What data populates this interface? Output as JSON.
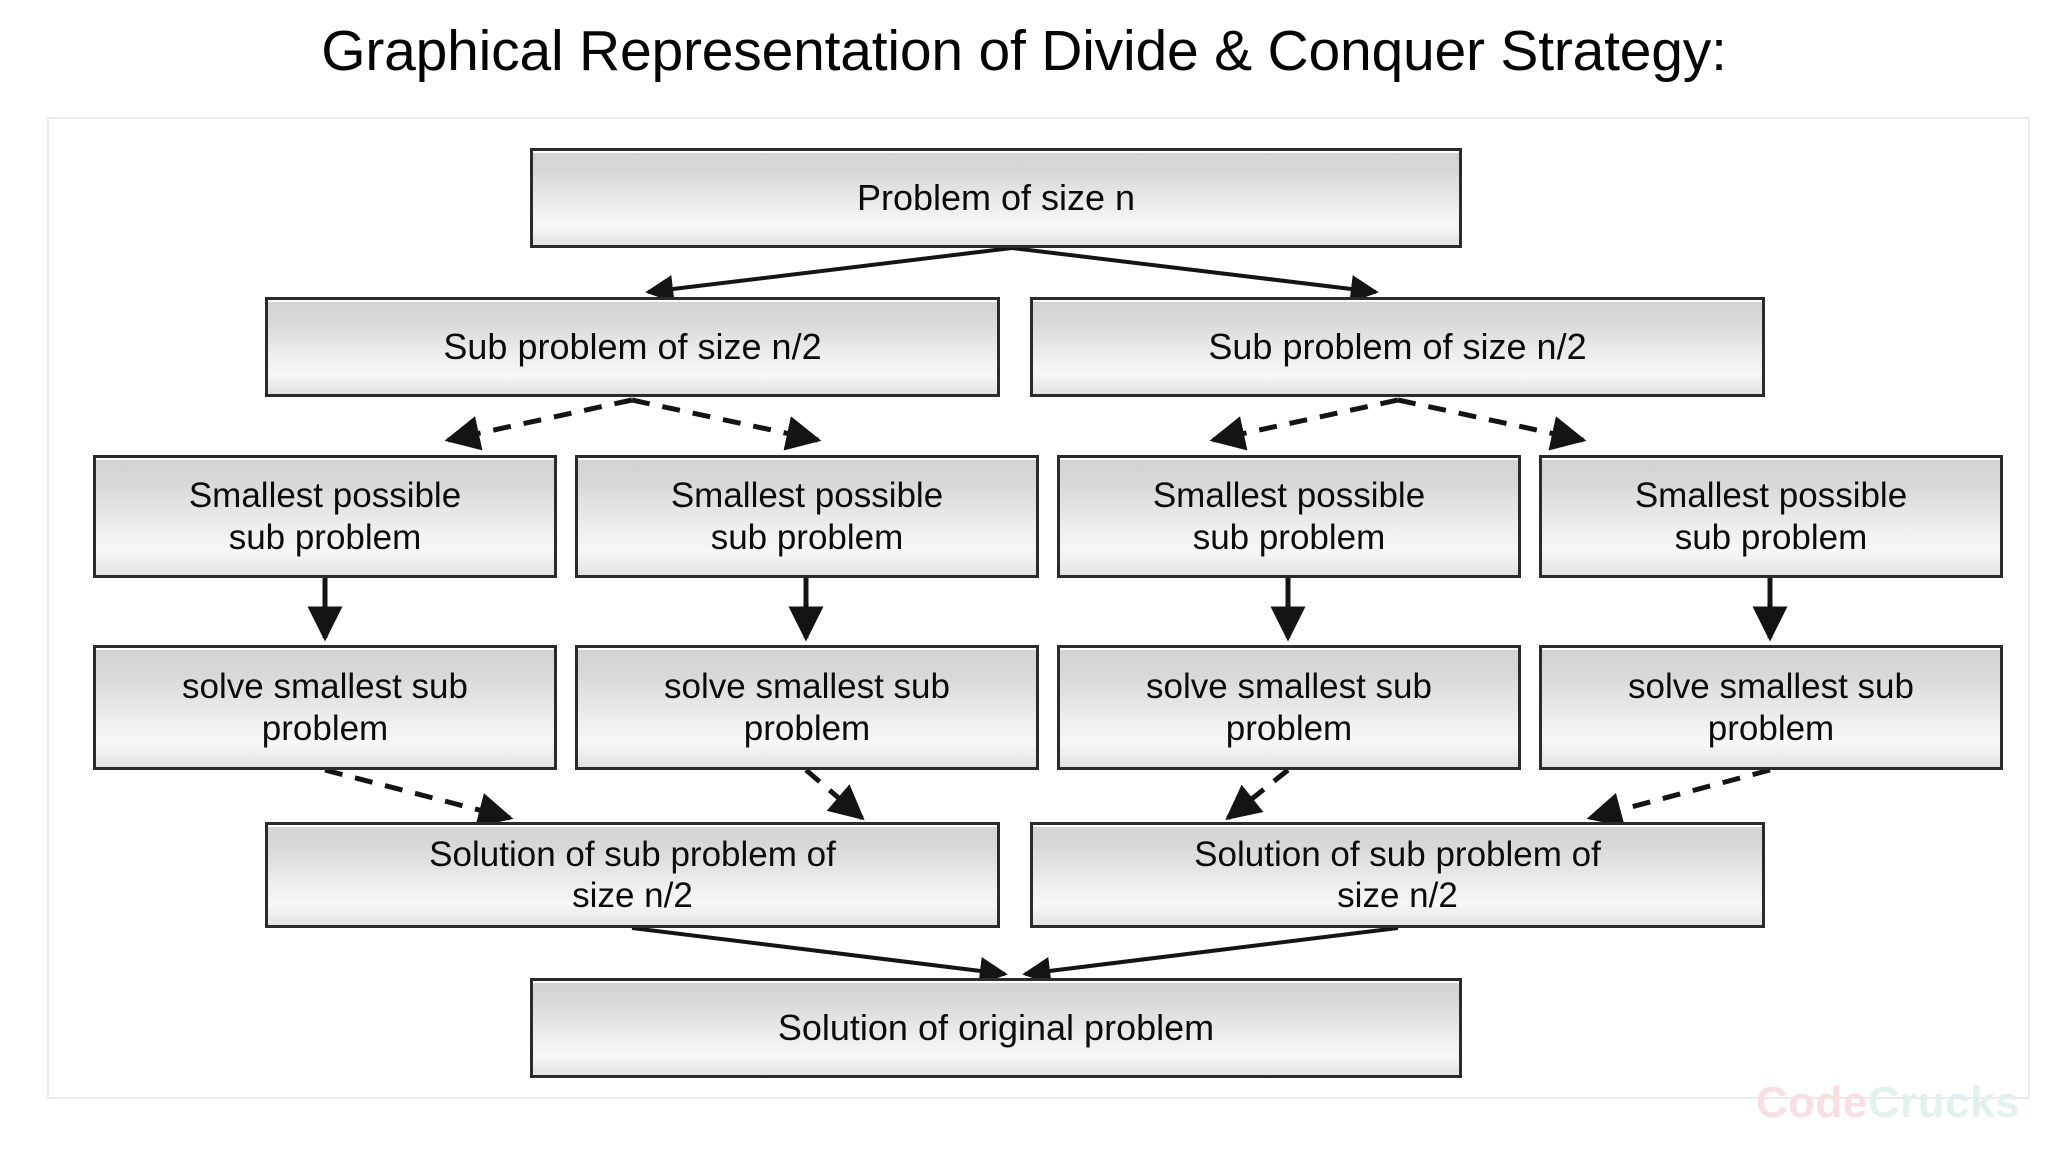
{
  "page": {
    "title": "Graphical Representation of Divide & Conquer Strategy:",
    "background_color": "#ffffff",
    "frame_border_color": "#ececec"
  },
  "watermark": {
    "part1": "Code",
    "part2": "Crucks",
    "part1_color": "#f7dfe2",
    "part2_color": "#e0f1ef"
  },
  "diagram": {
    "type": "flowchart",
    "node_fill": "#e8e8e8",
    "node_border_color": "#2b2b2b",
    "arrow_color": "#1a1a1a",
    "levels": [
      {
        "name": "root",
        "nodes": [
          {
            "id": "n0",
            "label": "Problem of size n"
          }
        ]
      },
      {
        "name": "subproblems",
        "nodes": [
          {
            "id": "n1",
            "label": "Sub problem of size n/2"
          },
          {
            "id": "n2",
            "label": "Sub problem of size n/2"
          }
        ]
      },
      {
        "name": "smallest-subproblems",
        "nodes": [
          {
            "id": "n3",
            "label": "Smallest possible\nsub problem"
          },
          {
            "id": "n4",
            "label": "Smallest possible\nsub problem"
          },
          {
            "id": "n5",
            "label": "Smallest possible\nsub problem"
          },
          {
            "id": "n6",
            "label": "Smallest possible\nsub problem"
          }
        ]
      },
      {
        "name": "solve-smallest",
        "nodes": [
          {
            "id": "n7",
            "label": "solve smallest sub\nproblem"
          },
          {
            "id": "n8",
            "label": "solve smallest sub\nproblem"
          },
          {
            "id": "n9",
            "label": "solve smallest sub\nproblem"
          },
          {
            "id": "n10",
            "label": "solve smallest sub\nproblem"
          }
        ]
      },
      {
        "name": "sub-solutions",
        "nodes": [
          {
            "id": "n11",
            "label": "Solution of sub problem of\nsize n/2"
          },
          {
            "id": "n12",
            "label": "Solution of sub problem of\nsize n/2"
          }
        ]
      },
      {
        "name": "final-solution",
        "nodes": [
          {
            "id": "n13",
            "label": "Solution of original problem"
          }
        ]
      }
    ],
    "edges": [
      {
        "from": "n0",
        "to": "n1",
        "style": "solid"
      },
      {
        "from": "n0",
        "to": "n2",
        "style": "solid"
      },
      {
        "from": "n1",
        "to": "n3",
        "style": "dashed"
      },
      {
        "from": "n1",
        "to": "n4",
        "style": "dashed"
      },
      {
        "from": "n2",
        "to": "n5",
        "style": "dashed"
      },
      {
        "from": "n2",
        "to": "n6",
        "style": "dashed"
      },
      {
        "from": "n3",
        "to": "n7",
        "style": "solid"
      },
      {
        "from": "n4",
        "to": "n8",
        "style": "solid"
      },
      {
        "from": "n5",
        "to": "n9",
        "style": "solid"
      },
      {
        "from": "n6",
        "to": "n10",
        "style": "solid"
      },
      {
        "from": "n7",
        "to": "n11",
        "style": "dashed"
      },
      {
        "from": "n8",
        "to": "n11",
        "style": "dashed"
      },
      {
        "from": "n9",
        "to": "n12",
        "style": "dashed"
      },
      {
        "from": "n10",
        "to": "n12",
        "style": "dashed"
      },
      {
        "from": "n11",
        "to": "n13",
        "style": "solid"
      },
      {
        "from": "n12",
        "to": "n13",
        "style": "solid"
      }
    ]
  }
}
